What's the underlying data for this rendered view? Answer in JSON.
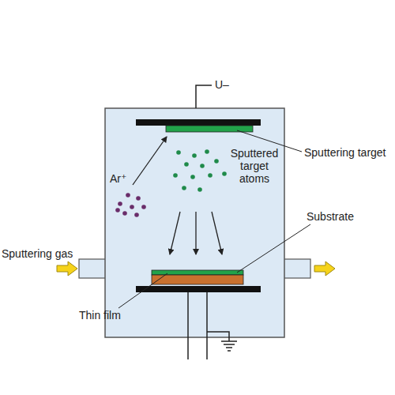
{
  "diagram": {
    "labels": [
      "U–",
      "Sputtering target",
      "Ar⁺",
      "Sputtered target atoms",
      "Substrate",
      "Sputtering gas",
      "Thin film"
    ]
  }
}
